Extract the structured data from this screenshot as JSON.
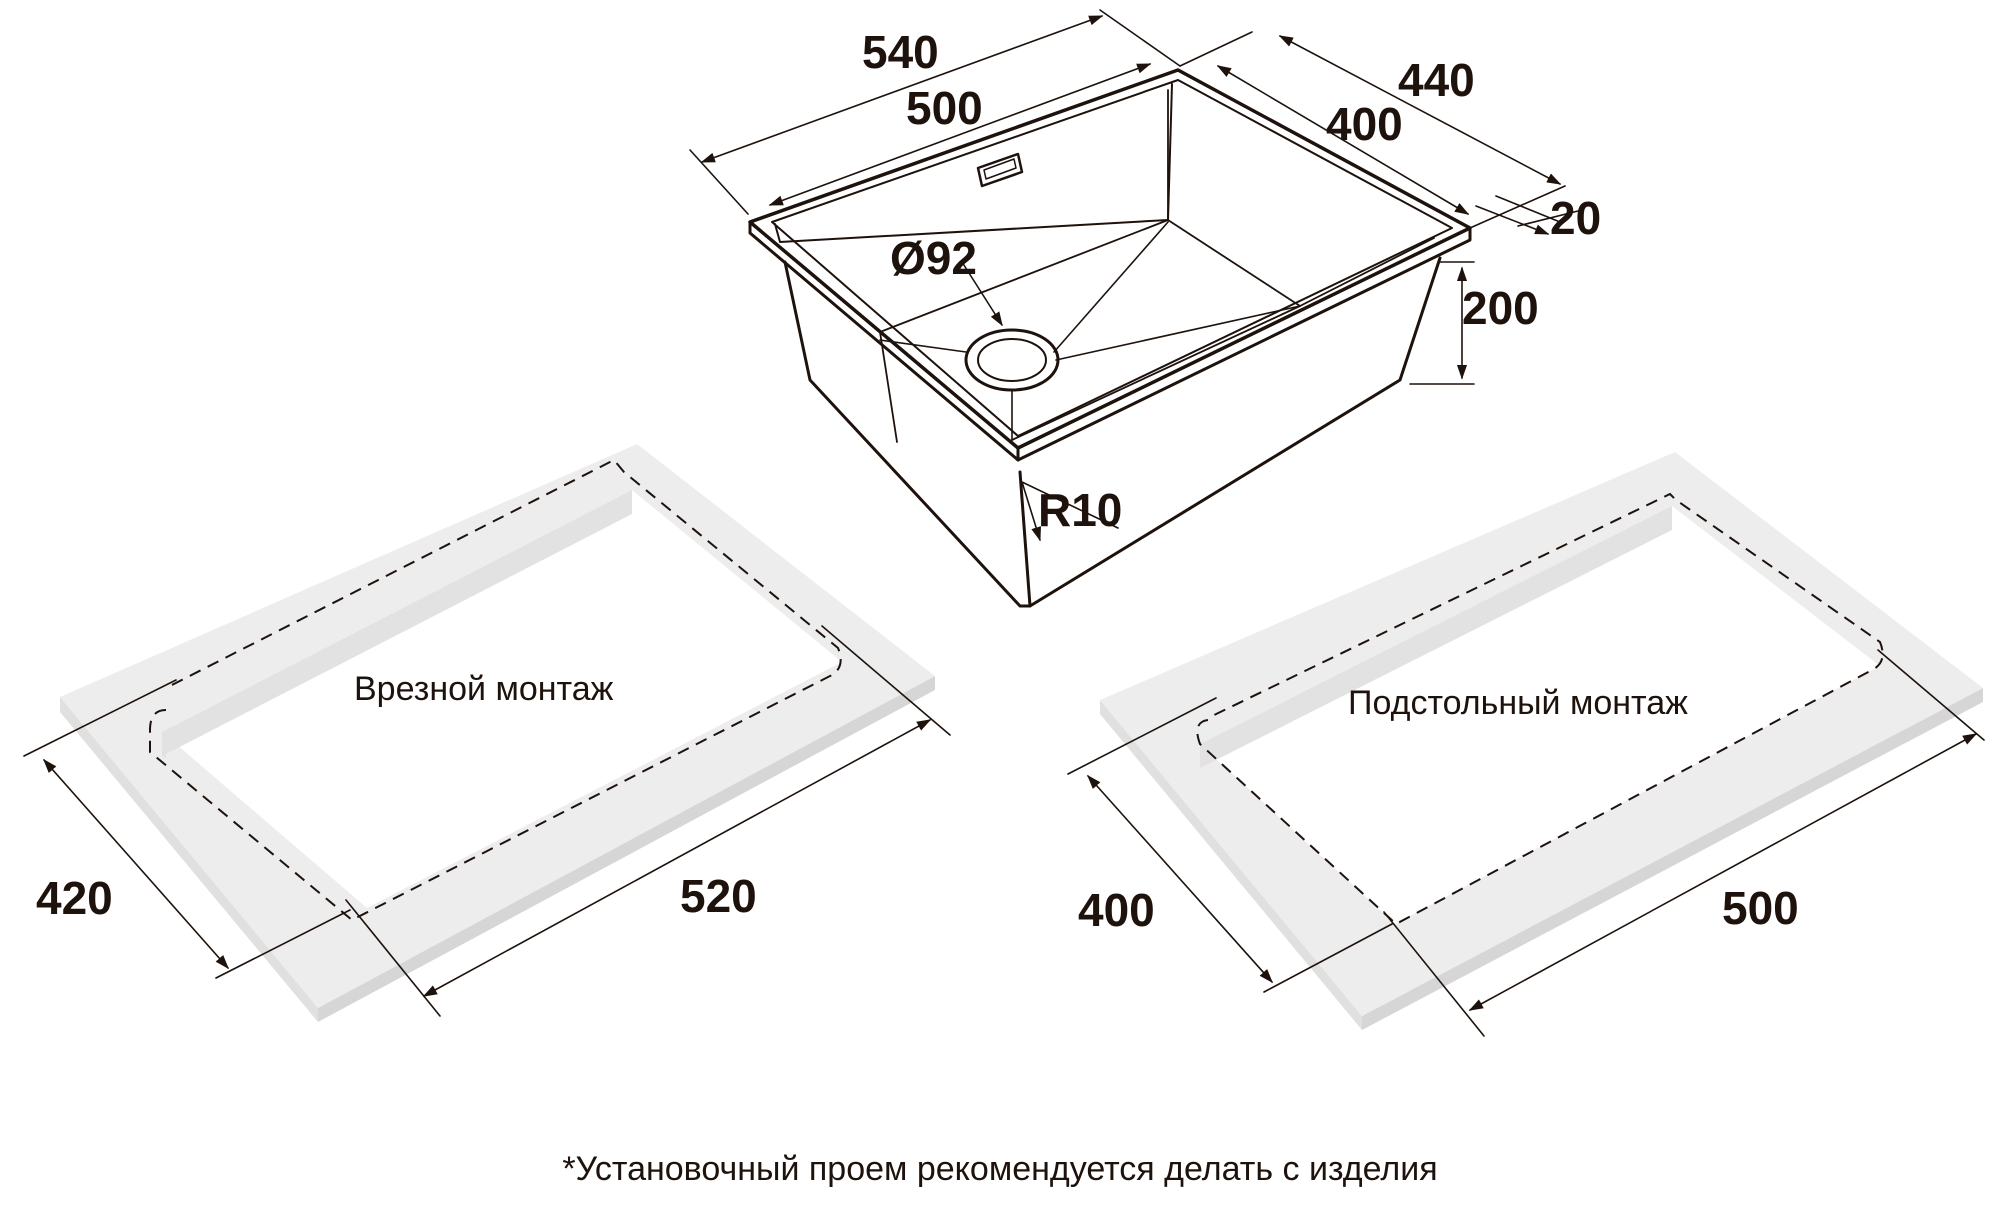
{
  "sink": {
    "dimensions": {
      "outer_width": "540",
      "bowl_width": "500",
      "outer_depth": "440",
      "bowl_depth": "400",
      "rim": "20",
      "height": "200",
      "drain_diameter": "Ø92",
      "corner_radius": "R10"
    }
  },
  "countertops": [
    {
      "caption": "Врезной монтаж",
      "depth": "420",
      "width": "520"
    },
    {
      "caption": "Подстольный монтаж",
      "depth": "400",
      "width": "500"
    }
  ],
  "footnote": "*Установочный проем рекомендуется делать с изделия",
  "colors": {
    "line": "#1e120c",
    "slab_top": "#ededed",
    "slab_front": "#e2e2e2",
    "slab_side": "#d8d8d8"
  }
}
